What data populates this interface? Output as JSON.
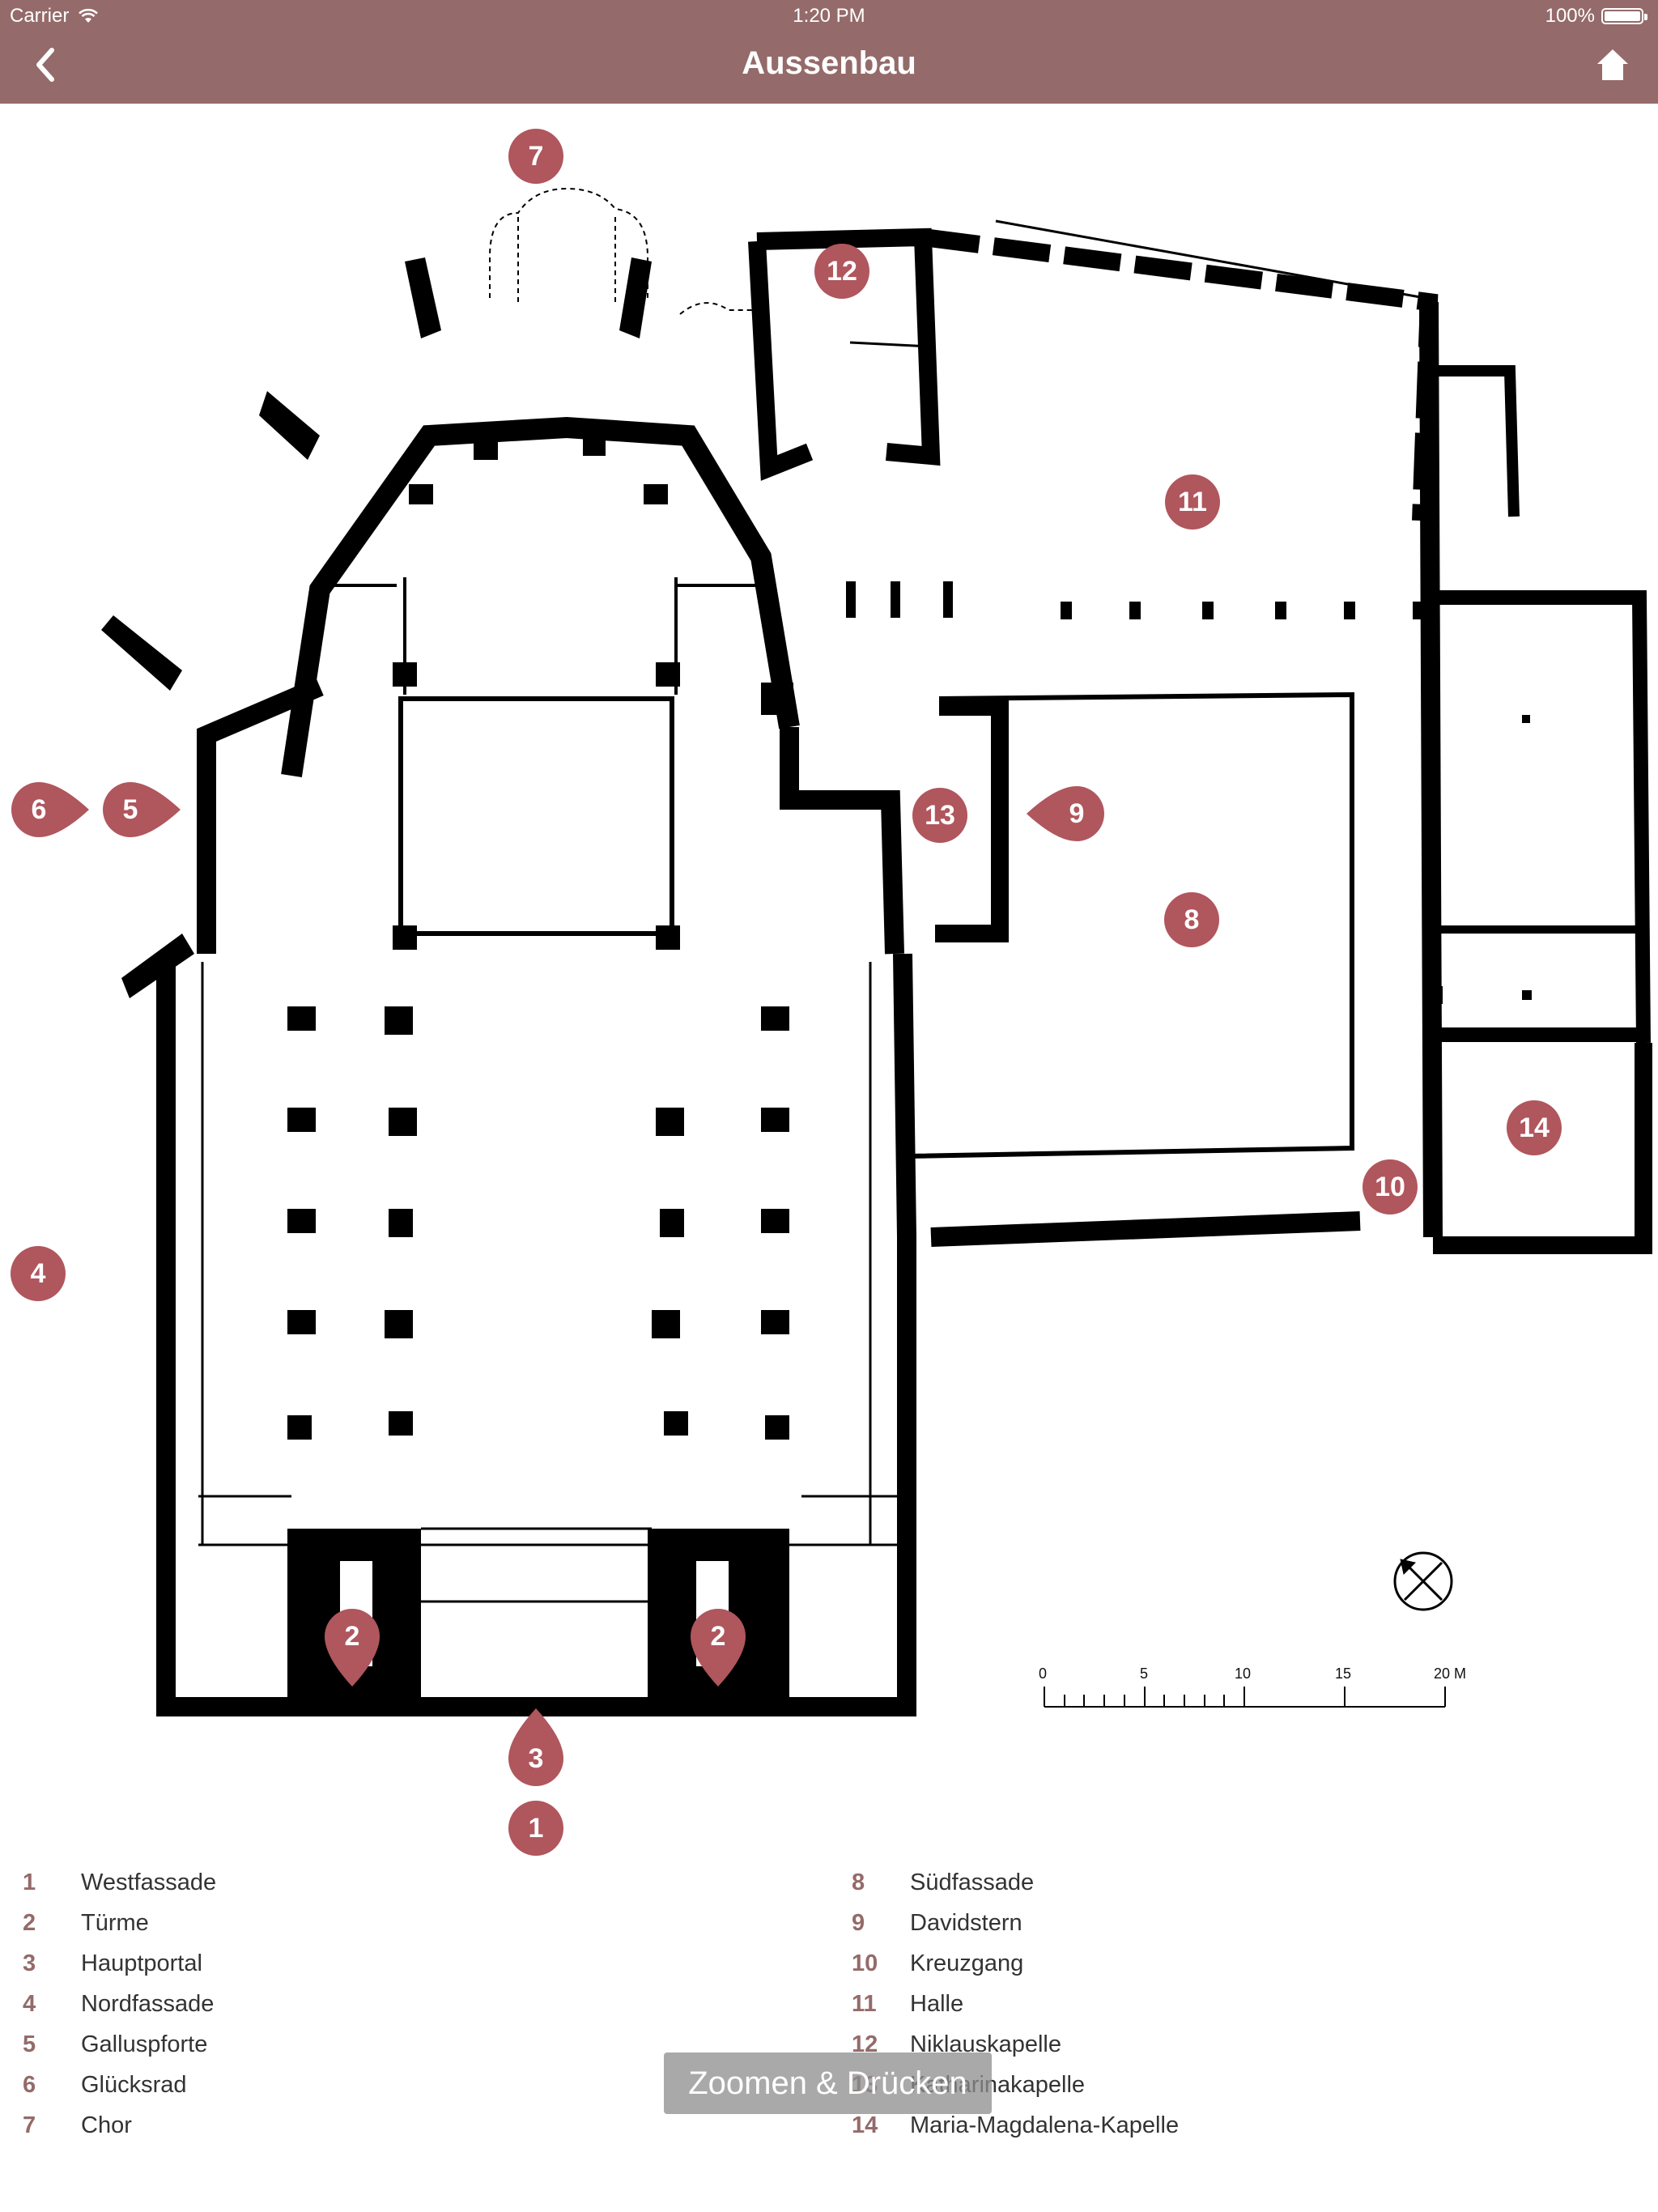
{
  "status_bar": {
    "carrier": "Carrier",
    "time": "1:20 PM",
    "battery": "100%"
  },
  "nav": {
    "title": "Aussenbau",
    "back_icon": "chevron-left-icon",
    "home_icon": "home-icon"
  },
  "accent_color": "#946b6a",
  "markers": [
    {
      "number": "7"
    },
    {
      "number": "12"
    },
    {
      "number": "11"
    },
    {
      "number": "6"
    },
    {
      "number": "5"
    },
    {
      "number": "13"
    },
    {
      "number": "9"
    },
    {
      "number": "8"
    },
    {
      "number": "4"
    },
    {
      "number": "14"
    },
    {
      "number": "10"
    },
    {
      "number": "2"
    },
    {
      "number": "2"
    },
    {
      "number": "3"
    },
    {
      "number": "1"
    }
  ],
  "scale_bar": {
    "ticks": [
      "0",
      "5",
      "10",
      "15",
      "20 M"
    ]
  },
  "legend": [
    {
      "number": "1",
      "label": "Westfassade"
    },
    {
      "number": "2",
      "label": "Türme"
    },
    {
      "number": "3",
      "label": "Hauptportal"
    },
    {
      "number": "4",
      "label": "Nordfassade"
    },
    {
      "number": "5",
      "label": "Galluspforte"
    },
    {
      "number": "6",
      "label": "Glücksrad"
    },
    {
      "number": "7",
      "label": "Chor"
    },
    {
      "number": "8",
      "label": "Südfassade"
    },
    {
      "number": "9",
      "label": "Davidstern"
    },
    {
      "number": "10",
      "label": "Kreuzgang"
    },
    {
      "number": "11",
      "label": "Halle"
    },
    {
      "number": "12",
      "label": "Niklauskapelle"
    },
    {
      "number": "13",
      "label": "Katharinakapelle"
    },
    {
      "number": "14",
      "label": "Maria-Magdalena-Kapelle"
    }
  ],
  "toast": {
    "text": "Zoomen & Drücken"
  }
}
